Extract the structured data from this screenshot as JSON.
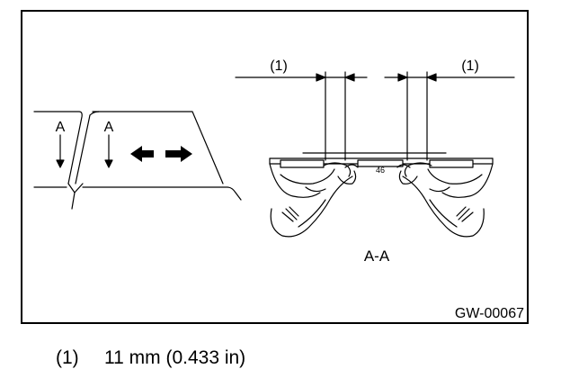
{
  "figure": {
    "figure_id": "GW-00067",
    "section_label": "A",
    "section_view_label": "A-A",
    "dimension_callout": "(1)"
  },
  "legend": [
    {
      "number": "(1)",
      "text": "11 mm (0.433 in)"
    }
  ]
}
